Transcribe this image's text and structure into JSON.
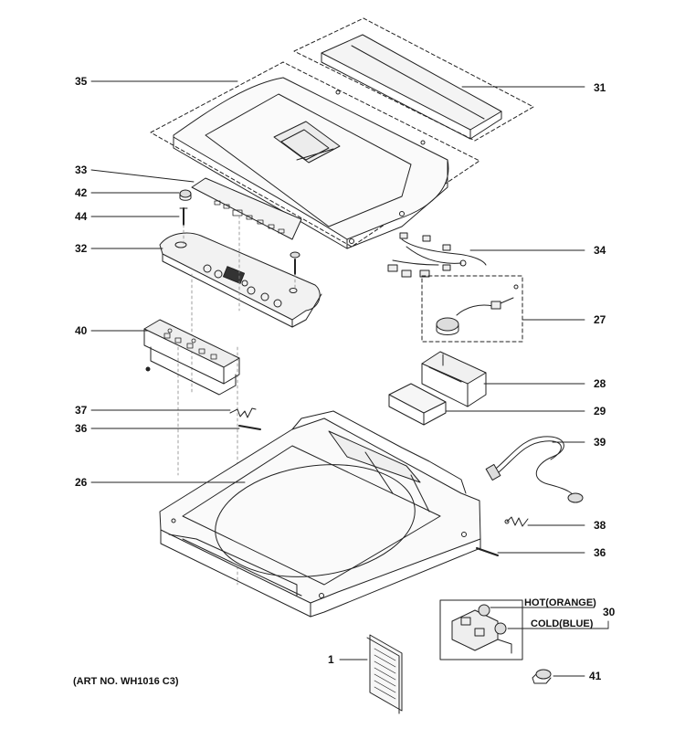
{
  "diagram": {
    "art_number": "(ART NO. WH1016 C3)",
    "callouts": {
      "c35": "35",
      "c31": "31",
      "c33": "33",
      "c42": "42",
      "c44": "44",
      "c32": "32",
      "c34": "34",
      "c27": "27",
      "c40": "40",
      "c28": "28",
      "c37": "37",
      "c29": "29",
      "c36a": "36",
      "c39": "39",
      "c26": "26",
      "c38": "38",
      "c36b": "36",
      "c30": "30",
      "c1": "1",
      "c41": "41"
    },
    "valve_labels": {
      "hot": "HOT(ORANGE)",
      "cold": "COLD(BLUE)"
    }
  }
}
